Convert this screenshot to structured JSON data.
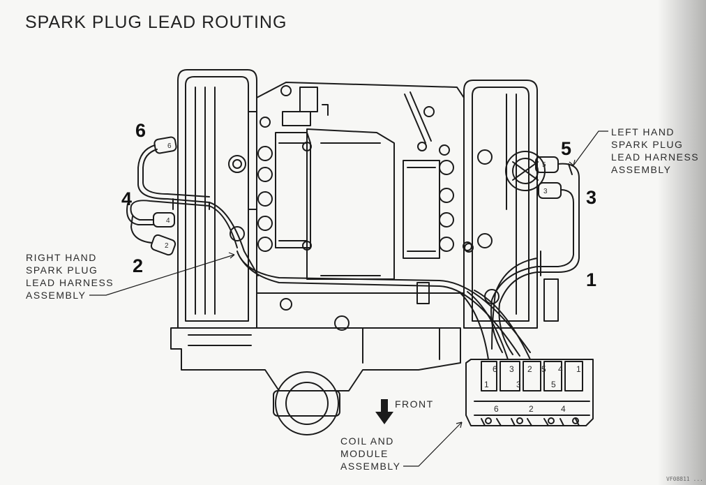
{
  "title": "SPARK PLUG LEAD ROUTING",
  "labels": {
    "left_hand_harness": [
      "LEFT HAND",
      "SPARK PLUG",
      "LEAD HARNESS",
      "ASSEMBLY"
    ],
    "right_hand_harness": [
      "RIGHT HAND",
      "SPARK PLUG",
      "LEAD HARNESS",
      "ASSEMBLY"
    ],
    "coil_module": [
      "COIL AND",
      "MODULE",
      "ASSEMBLY"
    ],
    "front": "FRONT"
  },
  "cylinder_numbers": {
    "n1": "1",
    "n2": "2",
    "n3": "3",
    "n4": "4",
    "n5": "5",
    "n6": "6"
  },
  "plug_boot_numbers": {
    "right_bank": [
      "6",
      "4",
      "2"
    ],
    "left_bank": [
      "5",
      "3"
    ]
  },
  "coil_terminal_numbers": {
    "top_row": [
      "6",
      "3",
      "2",
      "5",
      "4",
      "1"
    ],
    "middle_row": [
      "1",
      "3",
      "5"
    ],
    "bottom_row": [
      "6",
      "2",
      "4"
    ]
  },
  "figure_code": "VF08811 ..."
}
